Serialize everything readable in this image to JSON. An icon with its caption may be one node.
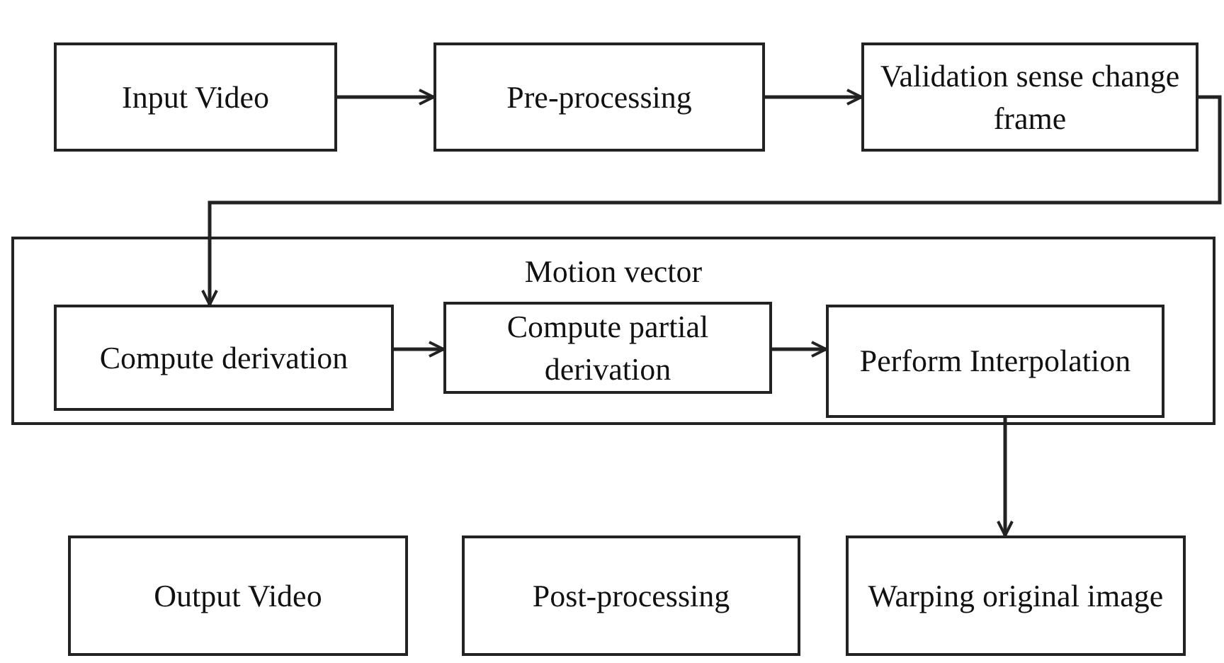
{
  "diagram": {
    "nodes": [
      {
        "text": [
          "Input Video"
        ]
      },
      {
        "text": [
          "Pre-processing"
        ]
      },
      {
        "text": [
          "Validation sense change frame"
        ]
      },
      {
        "text": [
          "Motion vector"
        ]
      },
      {
        "text": [
          "Compute derivation"
        ],
        "in": 3
      },
      {
        "text": [
          "Compute partial derivation"
        ],
        "in": 3
      },
      {
        "text": [
          "Perform Interpolation"
        ],
        "in": 3
      },
      {
        "text": [
          "Output Video"
        ]
      },
      {
        "text": [
          "Post-processing"
        ]
      },
      {
        "text": [
          "Warping original image"
        ]
      }
    ],
    "edges": [
      {
        "from": 0,
        "to": 1,
        "arrow": "to"
      },
      {
        "from": 1,
        "to": 2,
        "arrow": "to"
      },
      {
        "from": 2,
        "to": 4,
        "arrow": "to"
      },
      {
        "from": 4,
        "to": 5,
        "arrow": "to"
      },
      {
        "from": 5,
        "to": 6,
        "arrow": "to"
      },
      {
        "from": 6,
        "to": 9,
        "arrow": "to"
      }
    ]
  }
}
